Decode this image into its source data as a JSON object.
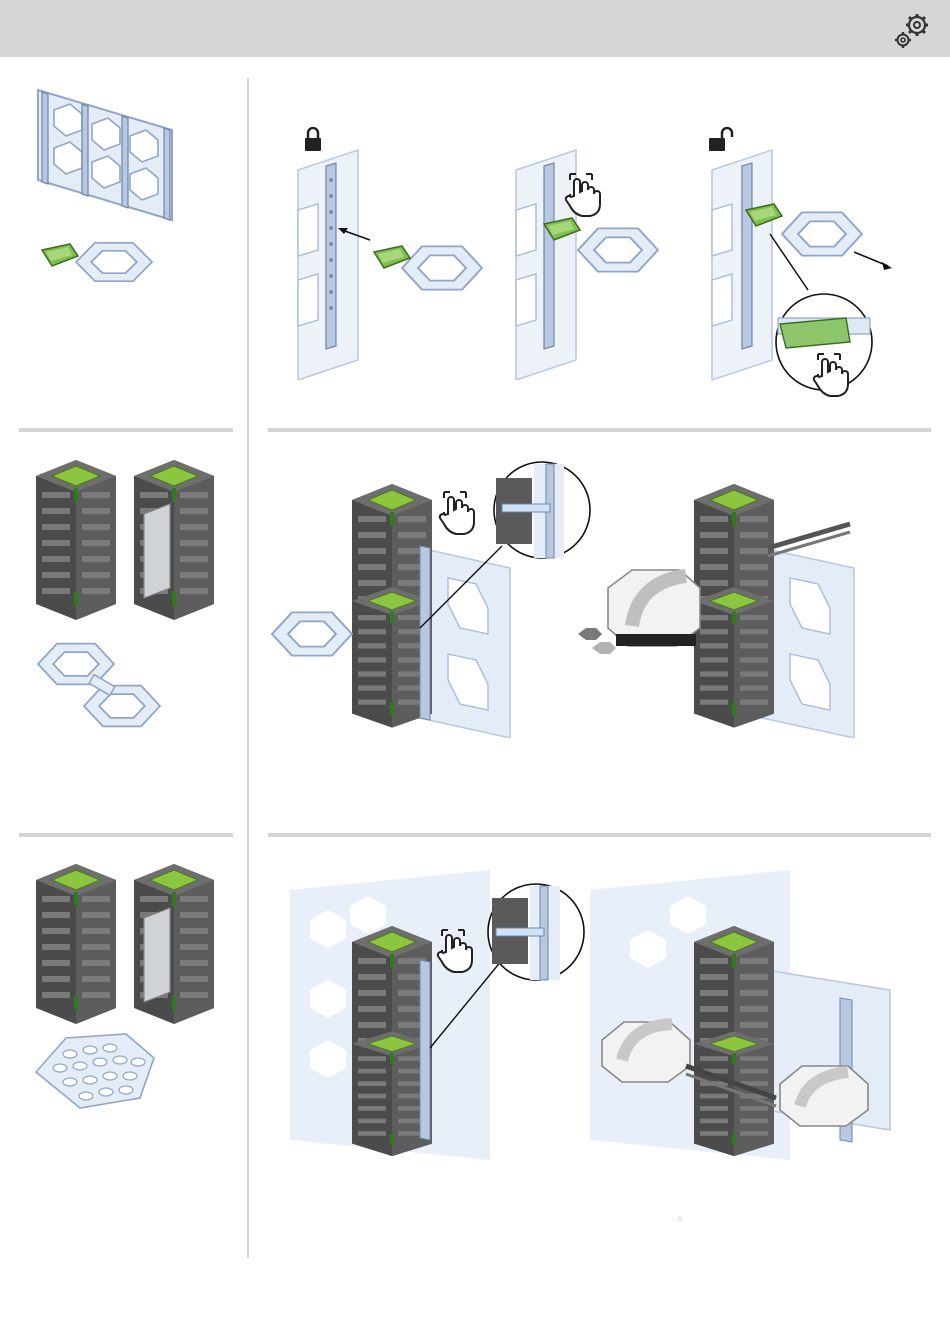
{
  "header": {
    "icon": "gears-icon"
  },
  "footer": {
    "mark": "s"
  },
  "colors": {
    "header_bg": "#d6d6d6",
    "plate": "#dde7f4",
    "plate_stroke": "#8fa6c6",
    "tower_dark": "#4b4b4b",
    "tower_mid": "#6a6a6a",
    "accent_green": "#8cc63f",
    "divider": "#d4d4d4"
  },
  "sections": [
    {
      "name": "clip-attach",
      "parts": [
        "plate",
        "hex-clip"
      ],
      "steps": [
        "lock",
        "press",
        "unlock"
      ]
    },
    {
      "name": "tower-on-plate",
      "parts": [
        "tower",
        "tower-open",
        "double-hex-ring"
      ],
      "steps": [
        "press-tower",
        "curve-attached"
      ]
    },
    {
      "name": "tower-on-wall",
      "parts": [
        "tower",
        "tower-open",
        "hex-grid-plate"
      ],
      "steps": [
        "press-tower-wall",
        "curves-attached"
      ]
    }
  ]
}
